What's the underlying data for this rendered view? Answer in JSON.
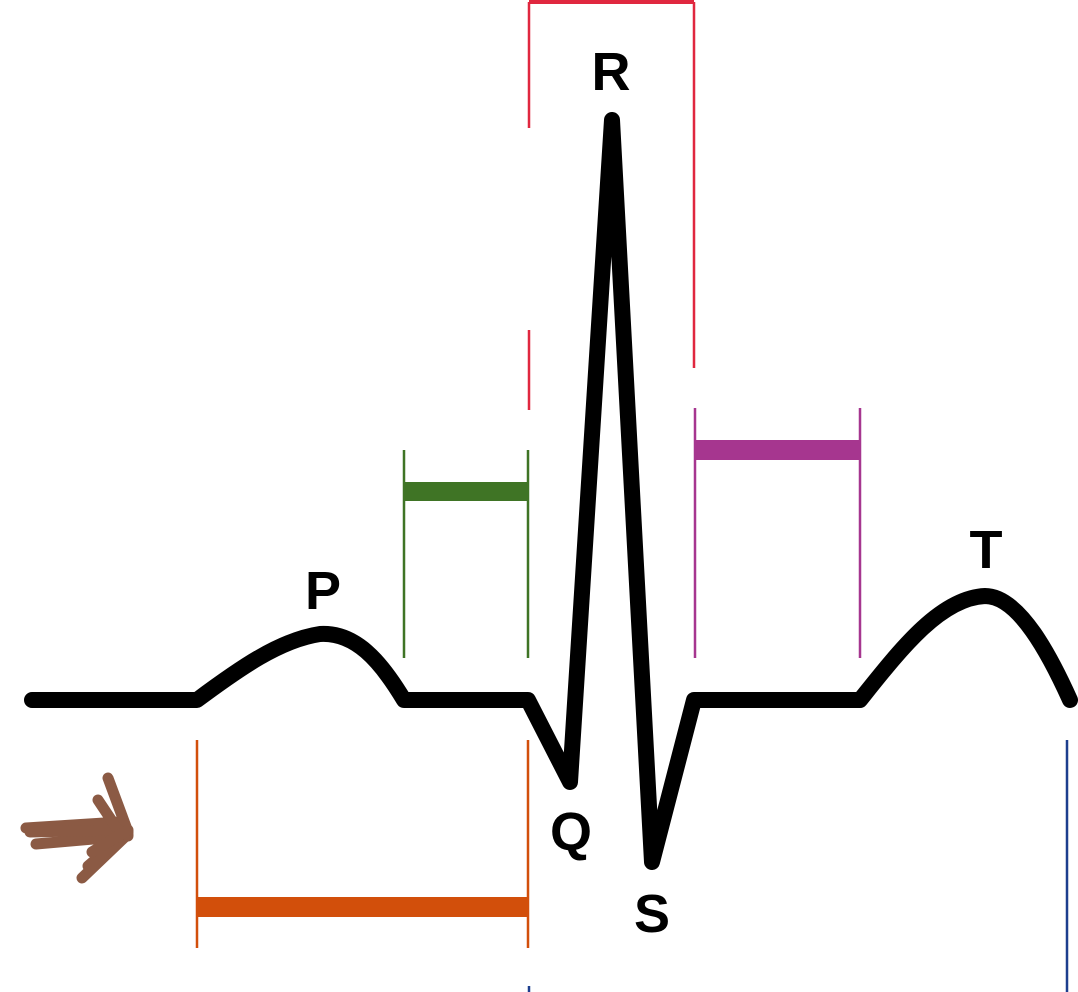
{
  "wave_labels": {
    "p": "P",
    "q": "Q",
    "r": "R",
    "s": "S",
    "t": "T"
  },
  "colors": {
    "trace": "#000000",
    "qrs_bracket": "#e0273f",
    "pr_segment": "#3f7425",
    "st_segment": "#a6368f",
    "pr_interval": "#d24f0b",
    "qt_interval": "#1d3e8e",
    "scribble": "#8b5a44"
  },
  "icons": {
    "scribble": "hand-drawn-arrow-icon"
  }
}
